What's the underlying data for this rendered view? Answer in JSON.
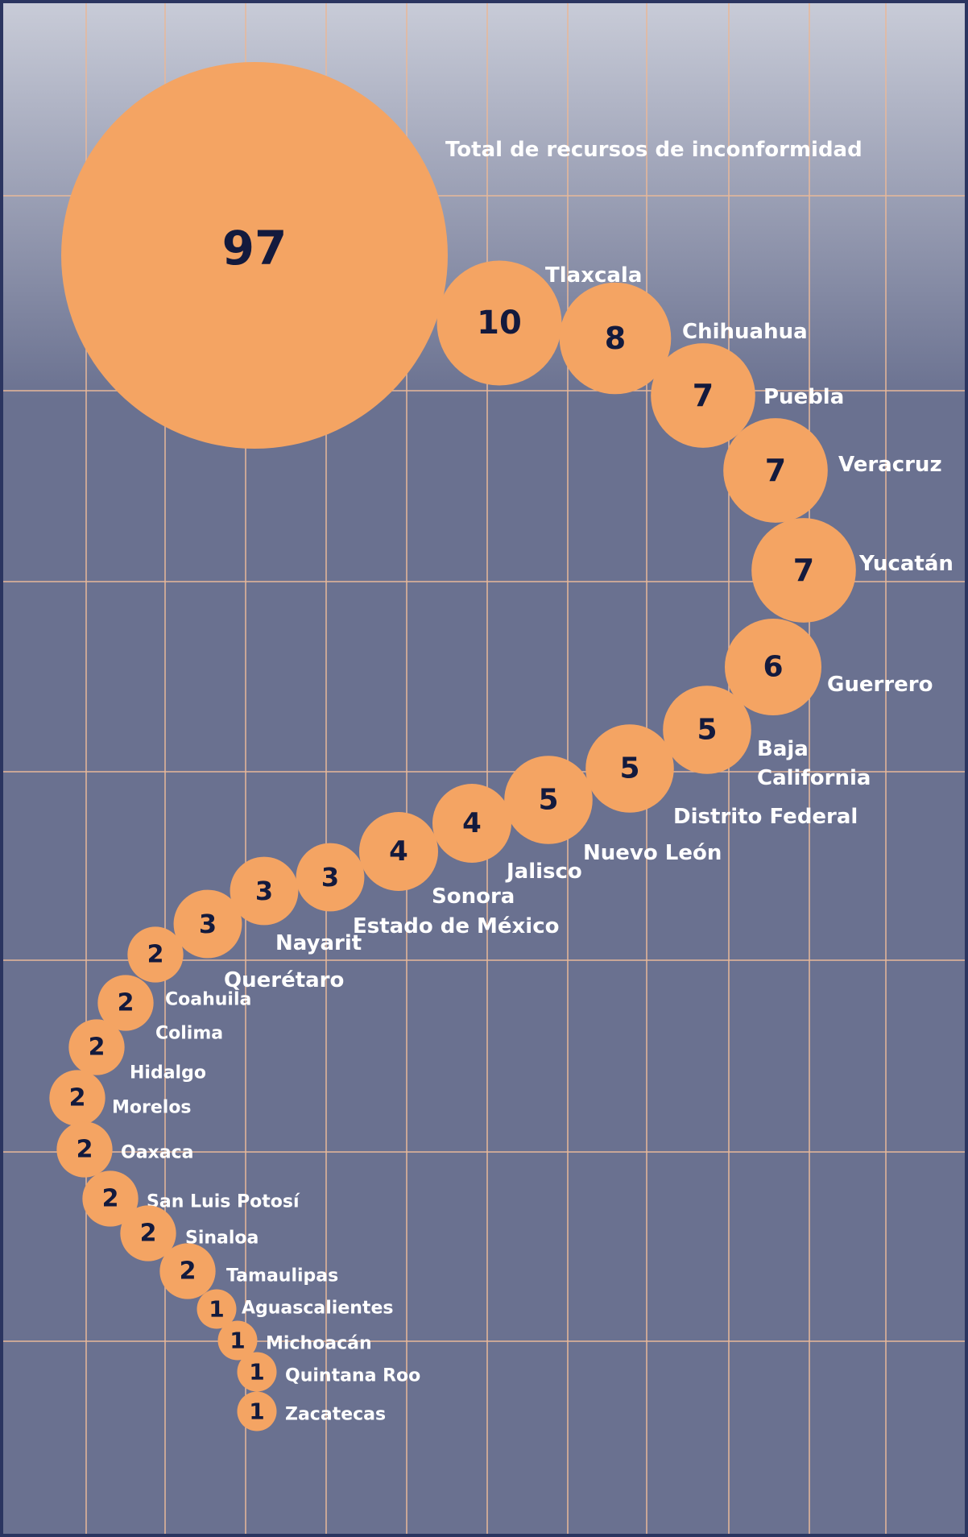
{
  "chart_data": {
    "type": "bubble",
    "title": "Total de recursos de inconformidad",
    "total": 97,
    "series": [
      {
        "label": "Tlaxcala",
        "value": 10
      },
      {
        "label": "Chihuahua",
        "value": 8
      },
      {
        "label": "Puebla",
        "value": 7
      },
      {
        "label": "Veracruz",
        "value": 7
      },
      {
        "label": "Yucatán",
        "value": 7
      },
      {
        "label": "Guerrero",
        "value": 6
      },
      {
        "label": "Baja California",
        "value": 5
      },
      {
        "label": "Distrito Federal",
        "value": 5
      },
      {
        "label": "Nuevo León",
        "value": 5
      },
      {
        "label": "Jalisco",
        "value": 4
      },
      {
        "label": "Sonora",
        "value": 4
      },
      {
        "label": "Estado de México",
        "value": 3
      },
      {
        "label": "Nayarit",
        "value": 3
      },
      {
        "label": "Querétaro",
        "value": 3
      },
      {
        "label": "Coahuila",
        "value": 2
      },
      {
        "label": "Colima",
        "value": 2
      },
      {
        "label": "Hidalgo",
        "value": 2
      },
      {
        "label": "Morelos",
        "value": 2
      },
      {
        "label": "Oaxaca",
        "value": 2
      },
      {
        "label": "San Luis Potosí",
        "value": 2
      },
      {
        "label": "Sinaloa",
        "value": 2
      },
      {
        "label": "Tamaulipas",
        "value": 2
      },
      {
        "label": "Aguascalientes",
        "value": 1
      },
      {
        "label": "Michoacán",
        "value": 1
      },
      {
        "label": "Quintana Roo",
        "value": 1
      },
      {
        "label": "Zacatecas",
        "value": 1
      }
    ]
  },
  "colors": {
    "background": "#6a7190",
    "background_top": "#c9ccd8",
    "bubble": "#f4a463",
    "number": "#131a3d",
    "label": "#ffffff",
    "grid": "#e8b899"
  }
}
